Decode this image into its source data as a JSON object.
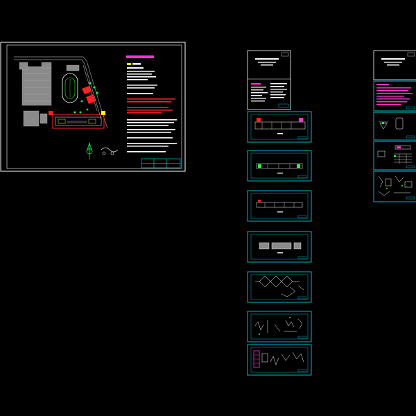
{
  "canvas": {
    "background": "#000000"
  },
  "colors": {
    "frame_white": "#ffffff",
    "frame_cyan": "#00e5ff",
    "text_magenta": "#ff33cc",
    "text_yellow": "#ffff00",
    "line_red": "#ff2222",
    "line_green": "#22ff44",
    "fill_gray": "#8a8a8a",
    "line_gray": "#9a9a9a"
  },
  "sheets": {
    "site_plan": {
      "kind": "site-plan",
      "frame": "white"
    },
    "column_1": [
      {
        "kind": "cover-notes",
        "frame": "white"
      },
      {
        "kind": "floor-plan",
        "frame": "cyan"
      },
      {
        "kind": "floor-plan",
        "frame": "cyan"
      },
      {
        "kind": "floor-plan",
        "frame": "cyan"
      },
      {
        "kind": "roof-plan",
        "frame": "cyan"
      },
      {
        "kind": "system-diagram",
        "frame": "cyan"
      },
      {
        "kind": "details",
        "frame": "cyan"
      },
      {
        "kind": "details-magenta",
        "frame": "cyan"
      }
    ],
    "column_2": [
      {
        "kind": "cover",
        "frame": "white"
      },
      {
        "kind": "notes-magenta",
        "frame": "cyan"
      },
      {
        "kind": "equipment",
        "frame": "cyan"
      },
      {
        "kind": "schedule",
        "frame": "cyan"
      },
      {
        "kind": "details",
        "frame": "cyan"
      }
    ]
  }
}
